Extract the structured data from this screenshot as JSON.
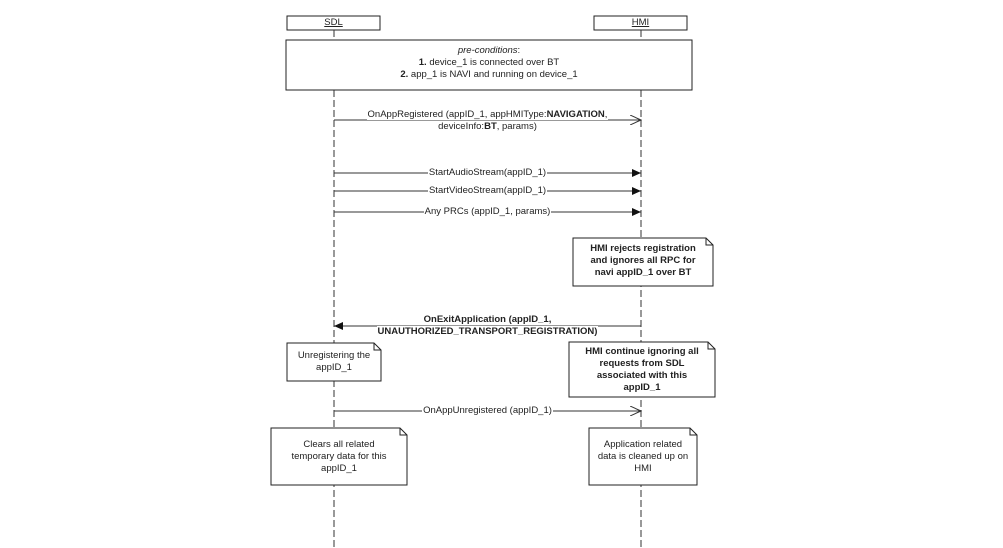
{
  "participants": {
    "sdl": "SDL",
    "hmi": "HMI"
  },
  "preconditions": {
    "title": "pre-conditions",
    "title_suffix": ":",
    "line1_num": "1.",
    "line1_text": "device_1 is connected over BT",
    "line2_num": "2.",
    "line2_text": "app_1 is NAVI and running on device_1"
  },
  "messages": {
    "on_app_registered": {
      "part1": "OnAppRegistered (appID_1, appHMIType:",
      "part1_bold": "NAVIGATION",
      "part1_end": ",",
      "part2": "deviceInfo:",
      "part2_bold": "BT",
      "part2_end": ", params)"
    },
    "start_audio": "StartAudioStream(appID_1)",
    "start_video": "StartVideoStream(appID_1)",
    "any_rpcs": "Any PRCs (appID_1, params)",
    "on_exit_line1": "OnExitApplication (appID_1,",
    "on_exit_line2": "UNAUTHORIZED_TRANSPORT_REGISTRATION)",
    "on_app_unregistered": "OnAppUnregistered (appID_1)"
  },
  "notes": {
    "hmi_rejects": [
      "HMI rejects registration",
      "and ignores all RPC for",
      "navi appID_1 over BT"
    ],
    "unregistering": [
      "Unregistering the",
      "appID_1"
    ],
    "hmi_continue": [
      "HMI continue ignoring all",
      "requests from SDL",
      "associated with this",
      "appID_1"
    ],
    "clears": [
      "Clears all related",
      "temporary data for this",
      "appID_1"
    ],
    "app_related": [
      "Application related",
      "data is cleaned up on",
      "HMI"
    ]
  }
}
